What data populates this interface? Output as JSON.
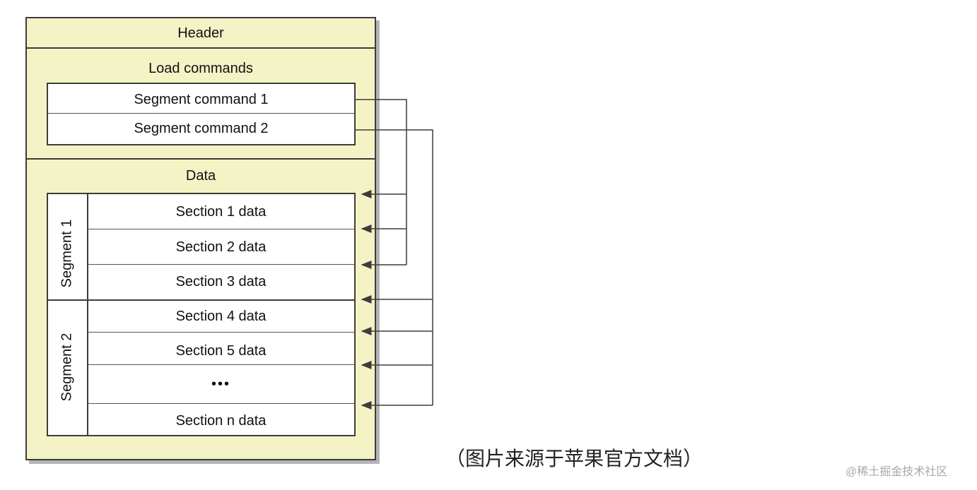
{
  "file": {
    "header_label": "Header",
    "load_commands_label": "Load commands",
    "data_label": "Data"
  },
  "commands": [
    "Segment command 1",
    "Segment command 2"
  ],
  "segments": [
    "Segment 1",
    "Segment 2"
  ],
  "sections": [
    "Section 1 data",
    "Section 2 data",
    "Section 3 data",
    "Section 4 data",
    "Section 5 data",
    "•••",
    "Section n data"
  ],
  "caption": "（图片来源于苹果官方文档）",
  "watermark": "@稀土掘金技术社区",
  "colors": {
    "file_fill": "#f4f3c6",
    "box_fill": "#ffffff",
    "line": "#3c3c3c"
  }
}
